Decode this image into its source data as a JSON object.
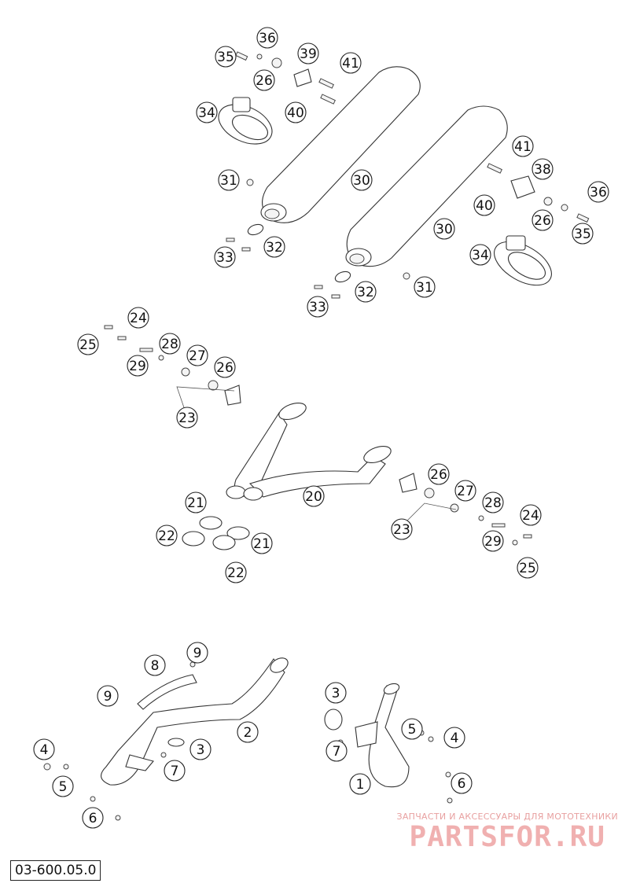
{
  "diagram": {
    "code": "03-600.05.0",
    "watermark": {
      "tagline": "ЗАПЧАСТИ И АКСЕССУАРЫ ДЛЯ МОТОТЕХНИКИ",
      "brand": "PARTSFOR.RU"
    },
    "callouts": [
      {
        "id": "c36a",
        "label": "36"
      },
      {
        "id": "c35a",
        "label": "35"
      },
      {
        "id": "c26a",
        "label": "26"
      },
      {
        "id": "c39",
        "label": "39"
      },
      {
        "id": "c41a",
        "label": "41"
      },
      {
        "id": "c40a",
        "label": "40"
      },
      {
        "id": "c34a",
        "label": "34"
      },
      {
        "id": "c31a",
        "label": "31"
      },
      {
        "id": "c30a",
        "label": "30"
      },
      {
        "id": "c33a",
        "label": "33"
      },
      {
        "id": "c32a",
        "label": "32"
      },
      {
        "id": "c41b",
        "label": "41"
      },
      {
        "id": "c38",
        "label": "38"
      },
      {
        "id": "c40b",
        "label": "40"
      },
      {
        "id": "c36b",
        "label": "36"
      },
      {
        "id": "c26b",
        "label": "26"
      },
      {
        "id": "c35b",
        "label": "35"
      },
      {
        "id": "c30b",
        "label": "30"
      },
      {
        "id": "c34b",
        "label": "34"
      },
      {
        "id": "c33b",
        "label": "33"
      },
      {
        "id": "c32b",
        "label": "32"
      },
      {
        "id": "c31b",
        "label": "31"
      },
      {
        "id": "c24a",
        "label": "24"
      },
      {
        "id": "c25a",
        "label": "25"
      },
      {
        "id": "c28a",
        "label": "28"
      },
      {
        "id": "c29a",
        "label": "29"
      },
      {
        "id": "c27a",
        "label": "27"
      },
      {
        "id": "c26c",
        "label": "26"
      },
      {
        "id": "c23a",
        "label": "23"
      },
      {
        "id": "c20",
        "label": "20"
      },
      {
        "id": "c21a",
        "label": "21"
      },
      {
        "id": "c22a",
        "label": "22"
      },
      {
        "id": "c21b",
        "label": "21"
      },
      {
        "id": "c22b",
        "label": "22"
      },
      {
        "id": "c26d",
        "label": "26"
      },
      {
        "id": "c27b",
        "label": "27"
      },
      {
        "id": "c23b",
        "label": "23"
      },
      {
        "id": "c28b",
        "label": "28"
      },
      {
        "id": "c24b",
        "label": "24"
      },
      {
        "id": "c29b",
        "label": "29"
      },
      {
        "id": "c25b",
        "label": "25"
      },
      {
        "id": "c8",
        "label": "8"
      },
      {
        "id": "c9a",
        "label": "9"
      },
      {
        "id": "c9b",
        "label": "9"
      },
      {
        "id": "c2",
        "label": "2"
      },
      {
        "id": "c4a",
        "label": "4"
      },
      {
        "id": "c3a",
        "label": "3"
      },
      {
        "id": "c7a",
        "label": "7"
      },
      {
        "id": "c5a",
        "label": "5"
      },
      {
        "id": "c6a",
        "label": "6"
      },
      {
        "id": "c3b",
        "label": "3"
      },
      {
        "id": "c5b",
        "label": "5"
      },
      {
        "id": "c4b",
        "label": "4"
      },
      {
        "id": "c7b",
        "label": "7"
      },
      {
        "id": "c1",
        "label": "1"
      },
      {
        "id": "c6b",
        "label": "6"
      }
    ]
  }
}
